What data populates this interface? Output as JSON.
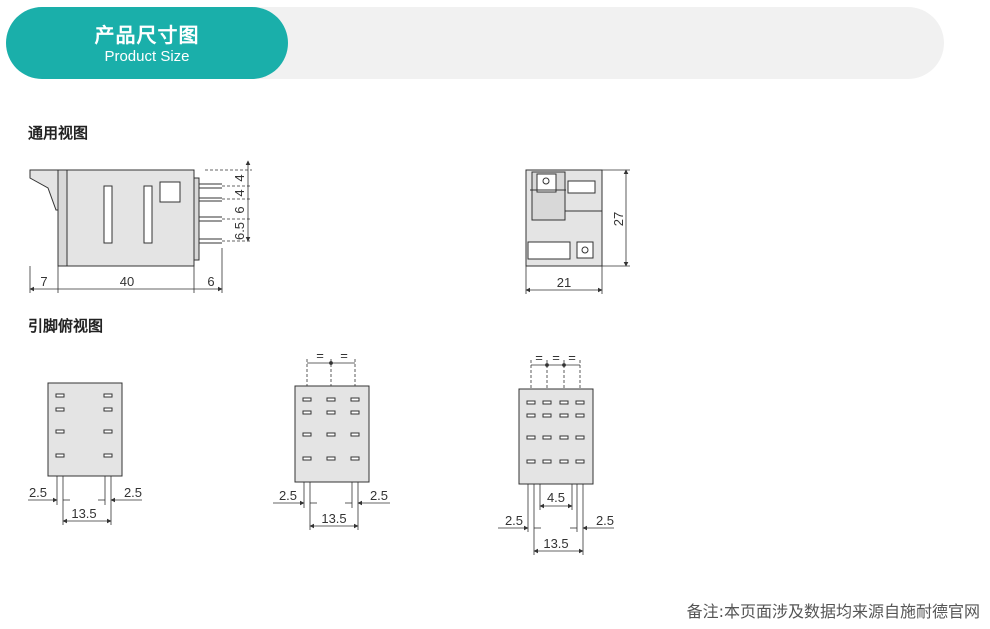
{
  "header": {
    "title_zh": "产品尺寸图",
    "title_en": "Product Size"
  },
  "sections": {
    "general_view": "通用视图",
    "pin_view": "引脚俯视图"
  },
  "footer_note": "备注:本页面涉及数据均来源自施耐德官网",
  "side_view": {
    "pin_dims": [
      "4",
      "4",
      "6",
      "6.5"
    ],
    "bottom_dims": [
      "7",
      "40",
      "6"
    ]
  },
  "front_view": {
    "height": "27",
    "width": "21"
  },
  "pin_layouts": [
    {
      "dims": [
        "2.5",
        "2.5",
        "13.5"
      ]
    },
    {
      "equal_marks": [
        "=",
        "="
      ],
      "dims": [
        "2.5",
        "2.5",
        "13.5"
      ]
    },
    {
      "equal_marks": [
        "=",
        "=",
        "="
      ],
      "dims": [
        "4.5",
        "2.5",
        "2.5",
        "13.5"
      ]
    }
  ],
  "colors": {
    "accent": "#1aafaa",
    "body_fill": "#e4e4e4",
    "line": "#333333"
  }
}
